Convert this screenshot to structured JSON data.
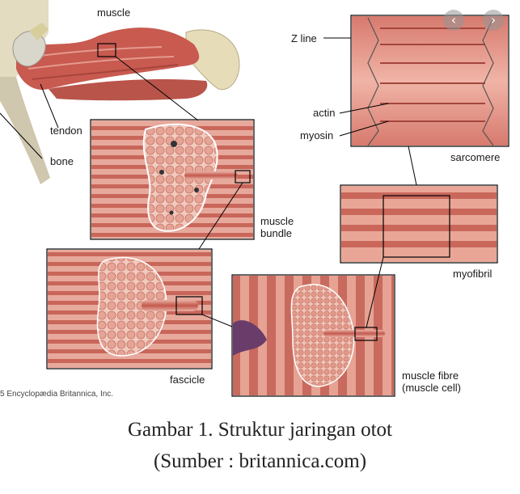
{
  "labels": {
    "muscle": "muscle",
    "tendon": "tendon",
    "bone": "bone",
    "muscle_bundle": "muscle\nbundle",
    "fascicle": "fascicle",
    "muscle_fibre": "muscle fibre\n(muscle cell)",
    "z_line": "Z line",
    "actin": "actin",
    "myosin": "myosin",
    "sarcomere": "sarcomere",
    "myofibril": "myofibril"
  },
  "copyright": "5 Encyclopædia Britannica, Inc.",
  "caption": {
    "line1": "Gambar 1. Struktur jaringan otot",
    "line2": "(Sumber : britannica.com)"
  },
  "nav": {
    "prev_icon": "chevron-left-icon",
    "next_icon": "chevron-right-icon",
    "prev_glyph": "‹",
    "next_glyph": "›"
  },
  "colors": {
    "muscle_red": "#c85a50",
    "muscle_light": "#e8a79a",
    "bone": "#e6dcb8",
    "line": "#000000"
  }
}
